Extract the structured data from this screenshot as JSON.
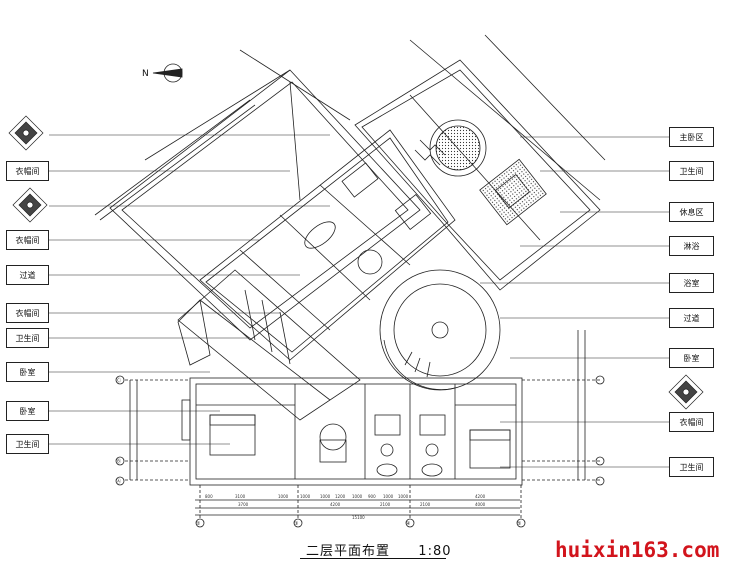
{
  "drawing": {
    "title": "二层平面布置",
    "scale": "1:80",
    "north_label": "N",
    "watermark": "huixin163.com"
  },
  "left_labels": [
    "衣帽间",
    "衣帽间",
    "过道",
    "衣帽间",
    "卫生间",
    "卧室",
    "卧室",
    "卫生间"
  ],
  "right_labels": [
    "主卧区",
    "卫生间",
    "休息区",
    "淋浴",
    "浴室",
    "过道",
    "卧室",
    "衣帽间",
    "卫生间"
  ],
  "bottom_dims": {
    "row1": [
      "800",
      "3100",
      "1000",
      "1000",
      "1000",
      "1200",
      "1000",
      "900",
      "1000",
      "1000",
      "4200"
    ],
    "row2": [
      "3700",
      "4200",
      "2100",
      "2100",
      "4000"
    ],
    "total": "15100"
  },
  "grid_axes": [
    "②",
    "③",
    "④",
    "⑤",
    "Ⓐ",
    "Ⓑ",
    "Ⓒ"
  ],
  "colors": {
    "line": "#222222",
    "watermark": "#d2141c"
  }
}
